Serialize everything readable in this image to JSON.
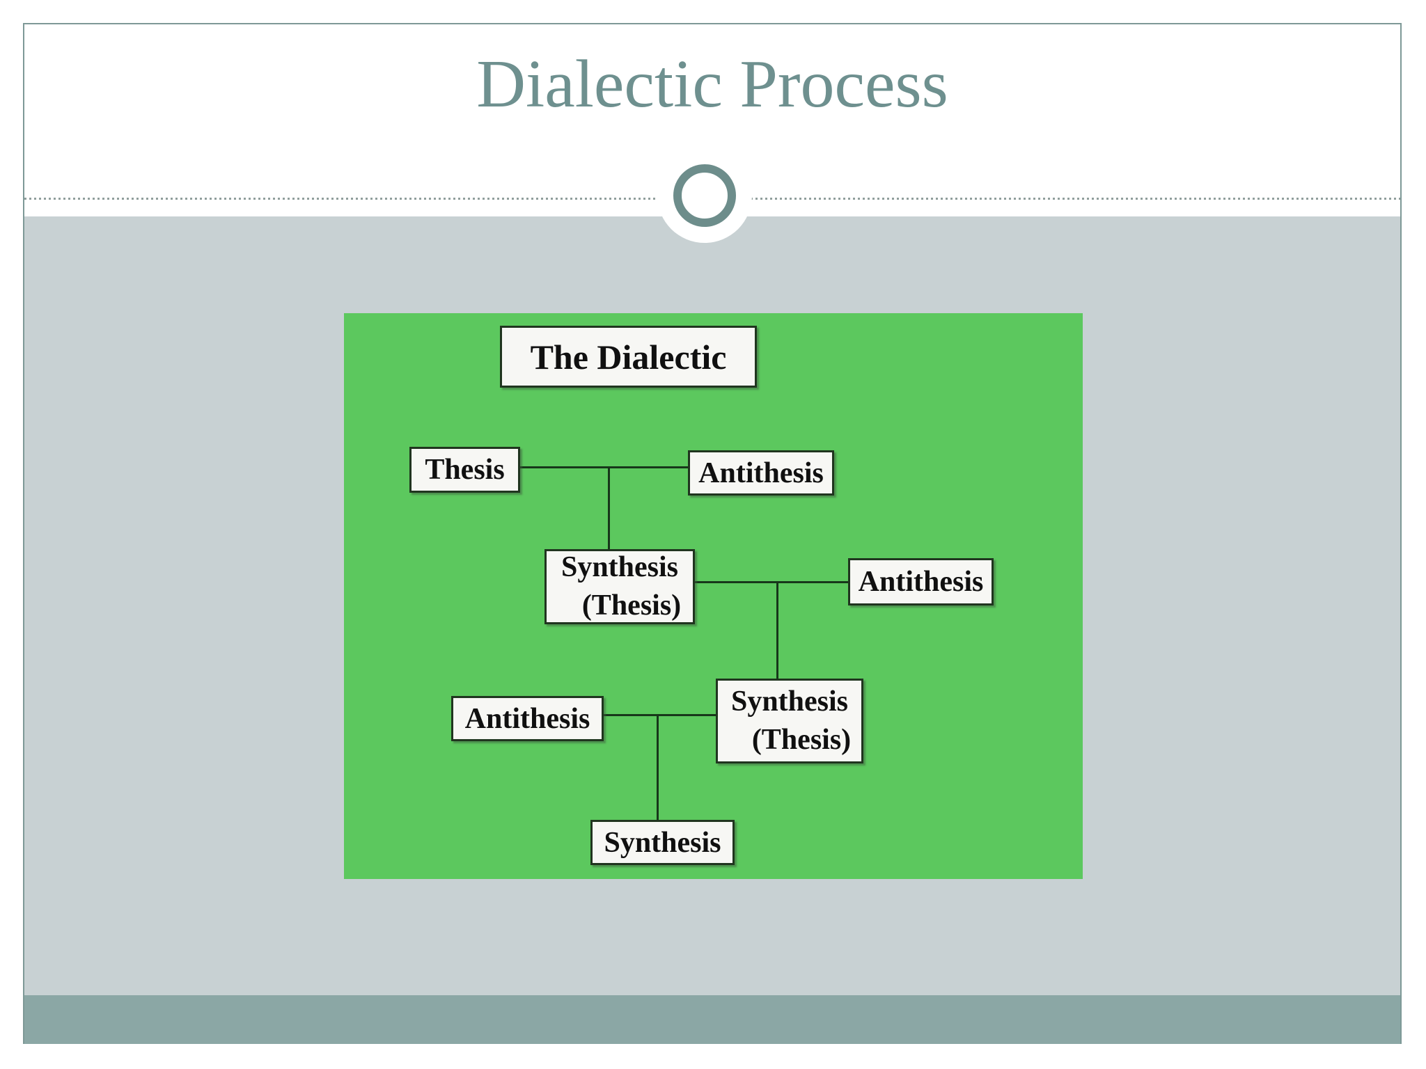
{
  "slide": {
    "title": "Dialectic Process"
  },
  "diagram": {
    "title": "The Dialectic",
    "nodes": [
      {
        "label": "Thesis"
      },
      {
        "label": "Antithesis"
      },
      {
        "label": "Synthesis",
        "sublabel": "(Thesis)"
      },
      {
        "label": "Antithesis"
      },
      {
        "label": "Antithesis"
      },
      {
        "label": "Synthesis",
        "sublabel": "(Thesis)"
      },
      {
        "label": "Synthesis"
      }
    ],
    "edges": [
      {
        "from": [
          "Thesis",
          "Antithesis"
        ],
        "to": "Synthesis (Thesis)"
      },
      {
        "from": [
          "Synthesis (Thesis)",
          "Antithesis"
        ],
        "to": "Synthesis (Thesis)"
      },
      {
        "from": [
          "Antithesis",
          "Synthesis (Thesis)"
        ],
        "to": "Synthesis"
      }
    ]
  },
  "colors": {
    "title_text": "#6e908f",
    "frame_border": "#7e9997",
    "divider_ring": "#6d8d8b",
    "body_background": "#c8d1d3",
    "footer_bar": "#8ba7a5",
    "diagram_panel": "#5cc85e",
    "node_background": "#f7f7f4",
    "node_border": "#20351f",
    "connector_line": "#17371a",
    "node_text": "#101010"
  }
}
